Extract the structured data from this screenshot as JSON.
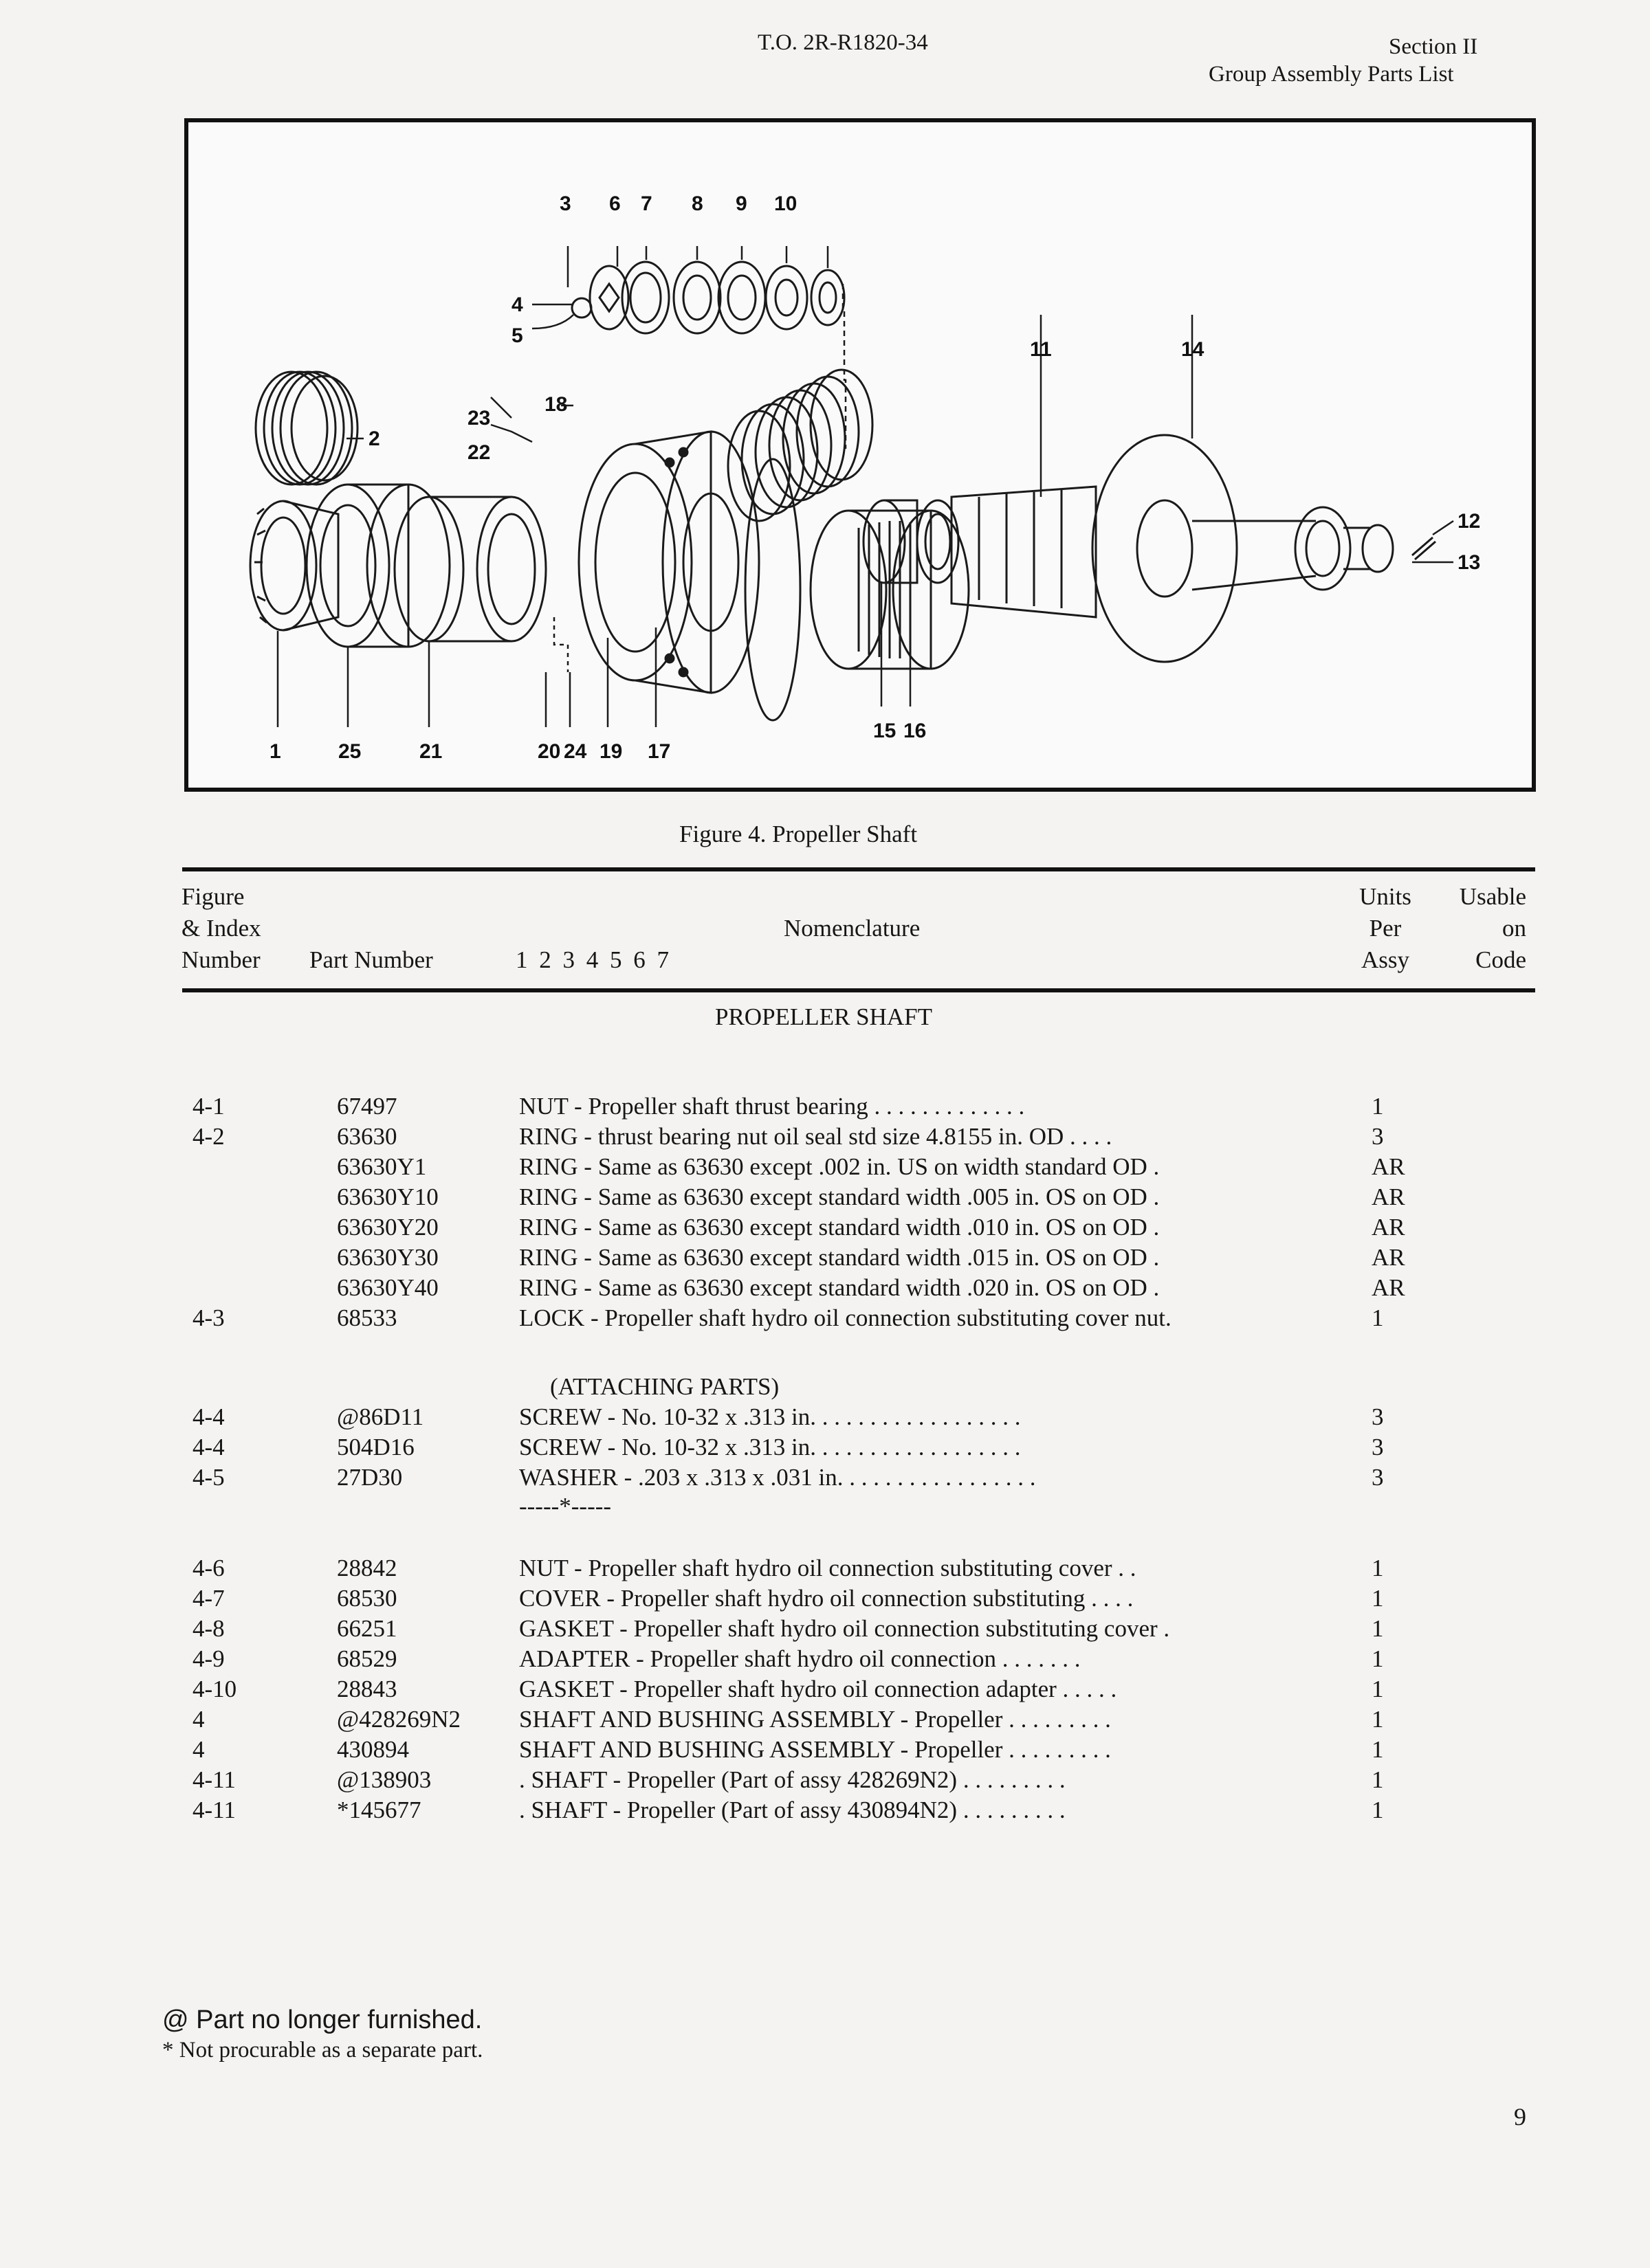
{
  "header": {
    "doc_number": "T.O. 2R-R1820-34",
    "section": "Section II",
    "section_title": "Group Assembly Parts List"
  },
  "figure": {
    "caption": "Figure 4. Propeller Shaft",
    "callouts": [
      "3",
      "6",
      "7",
      "8",
      "9",
      "10",
      "4",
      "5",
      "11",
      "14",
      "2",
      "23",
      "22",
      "18",
      "12",
      "13",
      "15",
      "16",
      "1",
      "25",
      "21",
      "20",
      "24",
      "19",
      "17"
    ]
  },
  "table": {
    "headers": {
      "figure_index": [
        "Figure",
        "& Index",
        "Number"
      ],
      "part_number": "Part Number",
      "indent_levels": "1 2 3 4 5 6 7",
      "nomenclature": "Nomenclature",
      "units": [
        "Units",
        "Per",
        "Assy"
      ],
      "usable": [
        "Usable",
        "on",
        "Code"
      ]
    },
    "group_title": "PROPELLER SHAFT",
    "rows": [
      {
        "index": "4-1",
        "part": "67497",
        "nom": "NUT - Propeller shaft thrust bearing",
        "dots": " . . . . . . . . . . . . .",
        "units": "1"
      },
      {
        "index": "4-2",
        "part": "63630",
        "nom": "RING - thrust bearing nut oil seal std size 4.8155 in. OD",
        "dots": " . . . .",
        "units": "3"
      },
      {
        "index": "",
        "part": "63630Y1",
        "nom": "RING - Same as 63630 except .002 in. US on width standard OD",
        "dots": " .",
        "units": "AR"
      },
      {
        "index": "",
        "part": "63630Y10",
        "nom": "RING - Same as 63630 except standard width .005 in. OS on OD",
        "dots": " .",
        "units": "AR"
      },
      {
        "index": "",
        "part": "63630Y20",
        "nom": "RING - Same as 63630 except standard width .010 in. OS on OD",
        "dots": " .",
        "units": "AR"
      },
      {
        "index": "",
        "part": "63630Y30",
        "nom": "RING - Same as 63630 except standard width .015 in. OS on OD",
        "dots": " .",
        "units": "AR"
      },
      {
        "index": "",
        "part": "63630Y40",
        "nom": "RING - Same as 63630 except standard width .020 in. OS on OD",
        "dots": " .",
        "units": "AR"
      },
      {
        "index": "4-3",
        "part": "68533",
        "nom": "LOCK - Propeller shaft hydro oil connection substituting cover nut.",
        "dots": "",
        "units": "1"
      }
    ],
    "attaching_label": "(ATTACHING PARTS)",
    "attaching_rows": [
      {
        "index": "4-4",
        "part": "@86D11",
        "nom": "SCREW - No. 10-32 x .313 in.",
        "dots": " . . . . . . . . . . . . . . . . .",
        "units": "3"
      },
      {
        "index": "4-4",
        "part": "504D16",
        "nom": "SCREW - No. 10-32 x .313 in.",
        "dots": " . . . . . . . . . . . . . . . . .",
        "units": "3"
      },
      {
        "index": "4-5",
        "part": "27D30",
        "nom": "WASHER - .203 x .313 x .031 in.",
        "dots": " . . . . . . . . . . . . . . . .",
        "units": "3"
      }
    ],
    "separator": "-----*-----",
    "rows2": [
      {
        "index": "4-6",
        "part": "28842",
        "nom": "NUT - Propeller shaft hydro oil connection substituting cover",
        "dots": " . .",
        "units": "1"
      },
      {
        "index": "4-7",
        "part": "68530",
        "nom": "COVER - Propeller shaft hydro oil connection substituting",
        "dots": " . . . .",
        "units": "1"
      },
      {
        "index": "4-8",
        "part": "66251",
        "nom": "GASKET - Propeller shaft hydro oil connection substituting cover",
        "dots": " .",
        "units": "1"
      },
      {
        "index": "4-9",
        "part": "68529",
        "nom": "ADAPTER - Propeller shaft hydro oil connection",
        "dots": " . . . . . . .",
        "units": "1"
      },
      {
        "index": "4-10",
        "part": "28843",
        "nom": "GASKET - Propeller shaft hydro oil connection adapter",
        "dots": " . . . . .",
        "units": "1"
      },
      {
        "index": "4",
        "part": "@428269N2",
        "nom": "SHAFT AND BUSHING ASSEMBLY - Propeller",
        "dots": " . . . . . . . . .",
        "units": "1"
      },
      {
        "index": "4",
        "part": "430894",
        "nom": "SHAFT AND BUSHING ASSEMBLY - Propeller",
        "dots": " . . . . . . . . .",
        "units": "1"
      },
      {
        "index": "4-11",
        "part": "@138903",
        "nom": ". SHAFT - Propeller (Part of assy 428269N2)",
        "dots": " . . . . . . . . .",
        "units": "1"
      },
      {
        "index": "4-11",
        "part": "*145677",
        "nom": ". SHAFT - Propeller (Part of assy 430894N2)",
        "dots": " . . . . . . . . .",
        "units": "1"
      }
    ]
  },
  "footnotes": {
    "at_note": "@ Part no longer furnished.",
    "star_note": "* Not procurable as a separate part."
  },
  "page_number": "9"
}
